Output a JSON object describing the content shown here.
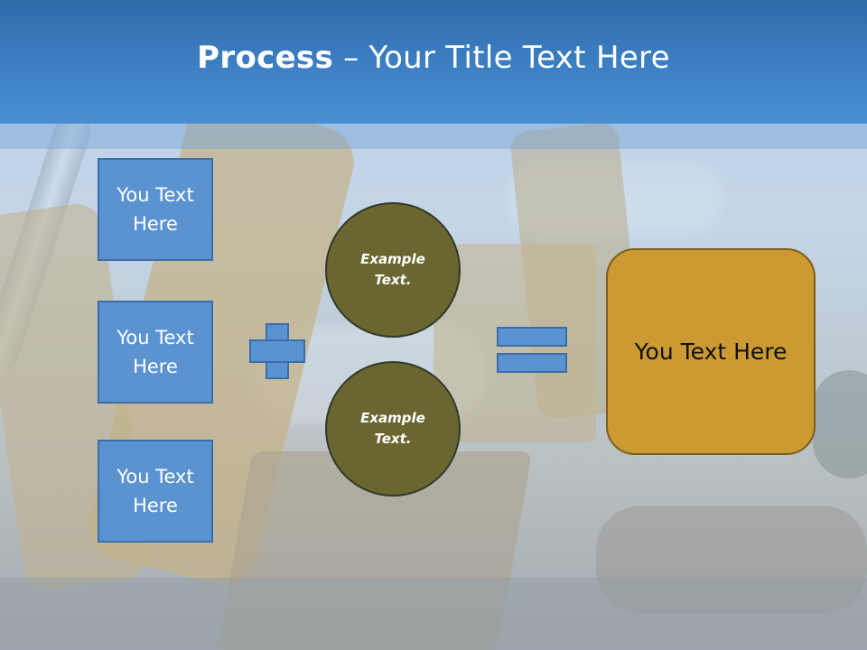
{
  "title": {
    "bold": "Process",
    "rest": " – Your Title Text Here"
  },
  "left_boxes": [
    {
      "label": "You Text\nHere"
    },
    {
      "label": "You Text\nHere"
    },
    {
      "label": "You Text\nHere"
    }
  ],
  "circles": [
    {
      "label": "Example\nText."
    },
    {
      "label": "Example\nText."
    }
  ],
  "result": {
    "label": "You Text Here"
  },
  "colors": {
    "header": "#3f82c7",
    "box_fill": "#5b93d1",
    "circle_fill": "#6b6630",
    "result_fill": "#cc9a33"
  }
}
